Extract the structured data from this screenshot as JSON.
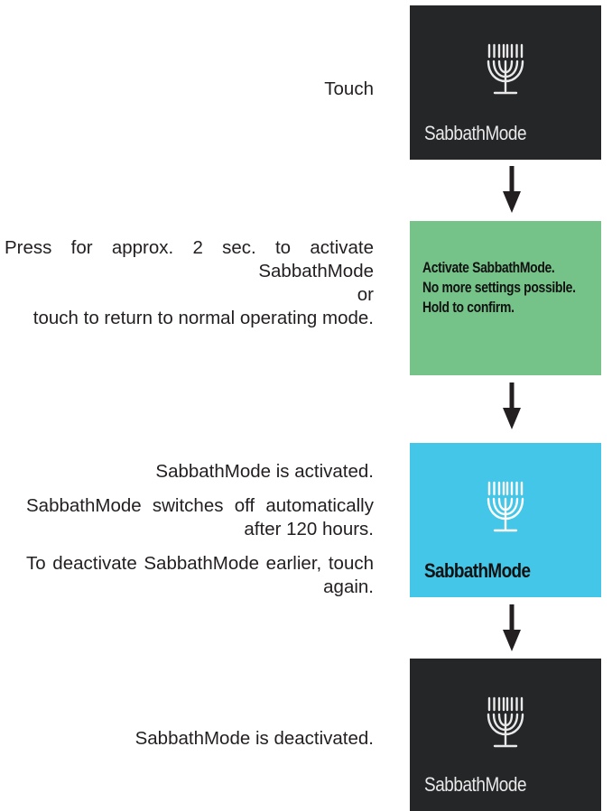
{
  "steps": [
    {
      "description": [
        "Touch"
      ],
      "panel": {
        "style": "dark",
        "label": "SabbathMode",
        "icon": "menorah-icon"
      }
    },
    {
      "description": [
        "Press for approx. 2 sec. to activate SabbathMode",
        "or",
        "touch to return to normal operating mode."
      ],
      "panel": {
        "style": "green",
        "message": [
          "Activate SabbathMode.",
          "No more settings possible.",
          "Hold to confirm."
        ]
      }
    },
    {
      "description": [
        "SabbathMode is activated.",
        "SabbathMode switches off automatically after 120 hours.",
        "To deactivate SabbathMode earlier, touch again."
      ],
      "panel": {
        "style": "blue",
        "label": "SabbathMode",
        "icon": "menorah-icon"
      }
    },
    {
      "description": [
        "SabbathMode is deactivated."
      ],
      "panel": {
        "style": "dark",
        "label": "SabbathMode",
        "icon": "menorah-icon"
      }
    }
  ],
  "colors": {
    "dark_panel": "#252628",
    "green_panel": "#76c389",
    "blue_panel": "#43c6e7",
    "arrow": "#231f20"
  }
}
